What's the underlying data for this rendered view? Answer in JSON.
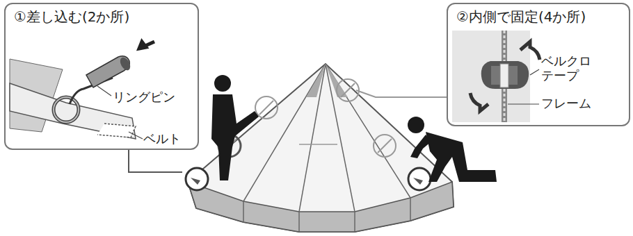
{
  "diagram": {
    "nodes": [
      {
        "text": [
          "①差し込む(2か所)"
        ]
      },
      {
        "text": [
          "②内側で固定(4か所)"
        ]
      }
    ],
    "labels": [
      "リングピン",
      "ベルト",
      "ベルクロ テープ",
      "フレーム"
    ]
  }
}
